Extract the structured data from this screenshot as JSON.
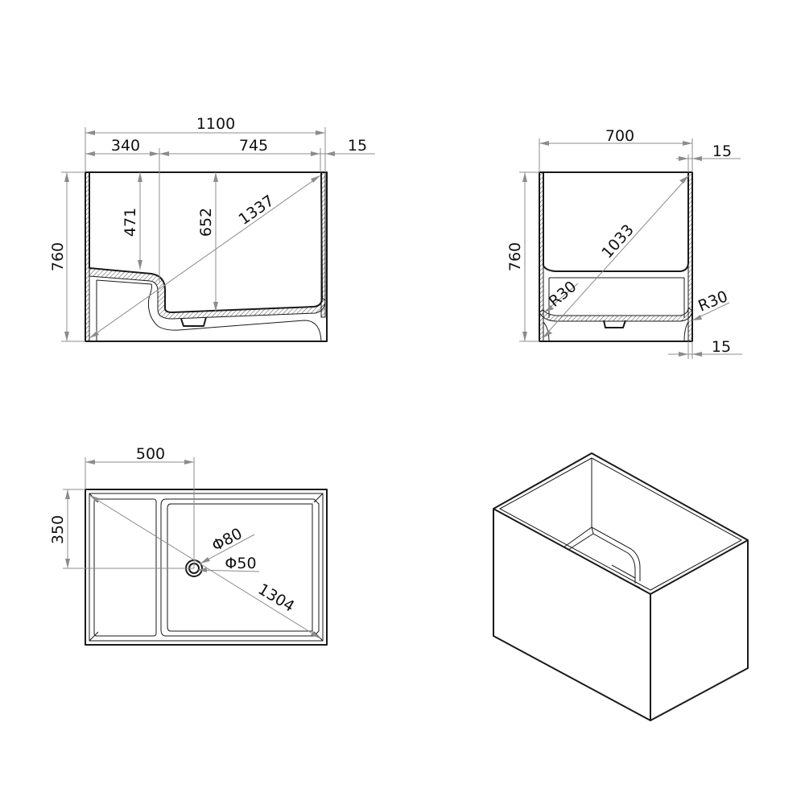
{
  "front_view": {
    "width_total": "1100",
    "width_step": "340",
    "width_basin": "745",
    "wall": "15",
    "height": "760",
    "depth_step": "471",
    "depth_basin": "652",
    "diagonal": "1337"
  },
  "side_view": {
    "width": "700",
    "wall_top": "15",
    "height": "760",
    "diagonal": "1033",
    "radius_left": "R30",
    "radius_right": "R30",
    "wall_bottom": "15"
  },
  "top_view": {
    "drain_offset_x": "500",
    "drain_offset_y": "350",
    "drain_outer": "Φ80",
    "drain_inner": "Φ50",
    "diagonal": "1304"
  },
  "colors": {
    "line": "#1a1a1a",
    "dimension": "#8c8c8c",
    "background": "#ffffff"
  }
}
